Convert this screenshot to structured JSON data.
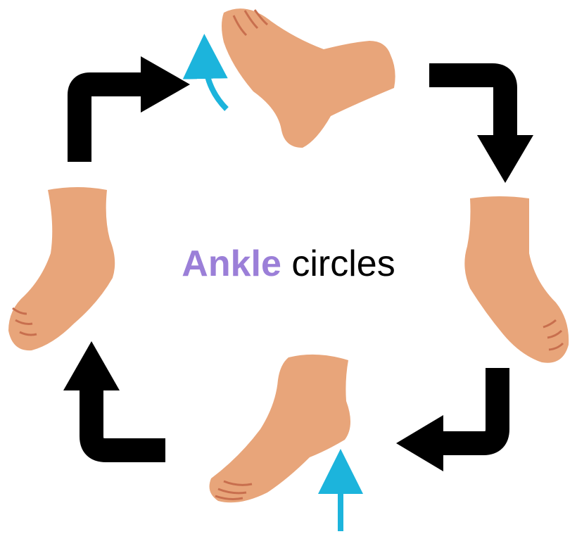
{
  "title": {
    "highlight": "Ankle",
    "rest": "circles"
  },
  "colors": {
    "highlight": "#9b7fd8",
    "arrow": "#000000",
    "motion_arrow": "#1cb4dc",
    "skin": "#e8a57a",
    "skin_dark": "#d98f63",
    "toe_line": "#c86f4e"
  },
  "feet": [
    {
      "name": "top",
      "pose": "dorsiflexed"
    },
    {
      "name": "right",
      "pose": "inverted"
    },
    {
      "name": "bottom",
      "pose": "plantarflexed"
    },
    {
      "name": "left",
      "pose": "everted"
    }
  ],
  "cycle": [
    "top",
    "right",
    "bottom",
    "left"
  ]
}
